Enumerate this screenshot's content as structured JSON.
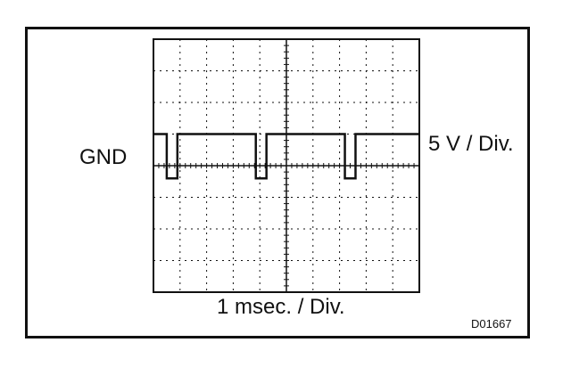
{
  "labels": {
    "ground": "GND",
    "vertical_scale": "5 V / Div.",
    "time_scale": "1 msec. / Div.",
    "figure_code": "D01667"
  },
  "colors": {
    "ink": "#111111",
    "background": "#ffffff"
  },
  "waveform": {
    "high_level_div": 1,
    "low_level_div": -0.4,
    "pulses": [
      {
        "start_div": 0.5,
        "end_div": 0.9
      },
      {
        "start_div": 3.85,
        "end_div": 4.25
      },
      {
        "start_div": 7.2,
        "end_div": 7.6
      }
    ]
  }
}
